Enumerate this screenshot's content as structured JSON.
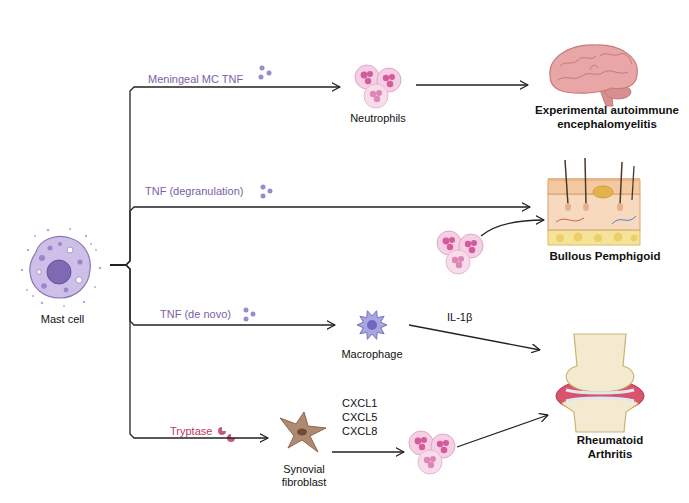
{
  "diagram": {
    "nodes": [
      {
        "text": [
          "Mast cell"
        ]
      },
      {
        "text": [
          "Neutrophils"
        ]
      },
      {
        "text": [
          "Experimental autoimmune encephalomyelitis"
        ]
      },
      {
        "text": [
          "Bullous Pemphigoid"
        ]
      },
      {
        "text": [
          "Macrophage"
        ]
      },
      {
        "text": [
          "Rheumatoid Arthritis"
        ]
      },
      {
        "text": [
          "Synovial fibroblast"
        ]
      }
    ],
    "edges": [
      {
        "from": 0,
        "to": 1,
        "label": "Meningeal MC TNF",
        "arrow": "to"
      },
      {
        "from": 1,
        "to": 2,
        "arrow": "to"
      },
      {
        "from": 0,
        "to": 3,
        "label": "TNF (degranulation)",
        "arrow": "to"
      },
      {
        "from": 0,
        "to": 4,
        "label": "TNF (de novo)",
        "arrow": "to"
      },
      {
        "from": 4,
        "to": 5,
        "label": "IL-1β",
        "arrow": "to"
      },
      {
        "from": 0,
        "to": 6,
        "label": "Tryptase",
        "arrow": "to"
      }
    ],
    "labels": [
      "CXCL1",
      "CXCL5",
      "CXCL8"
    ]
  }
}
